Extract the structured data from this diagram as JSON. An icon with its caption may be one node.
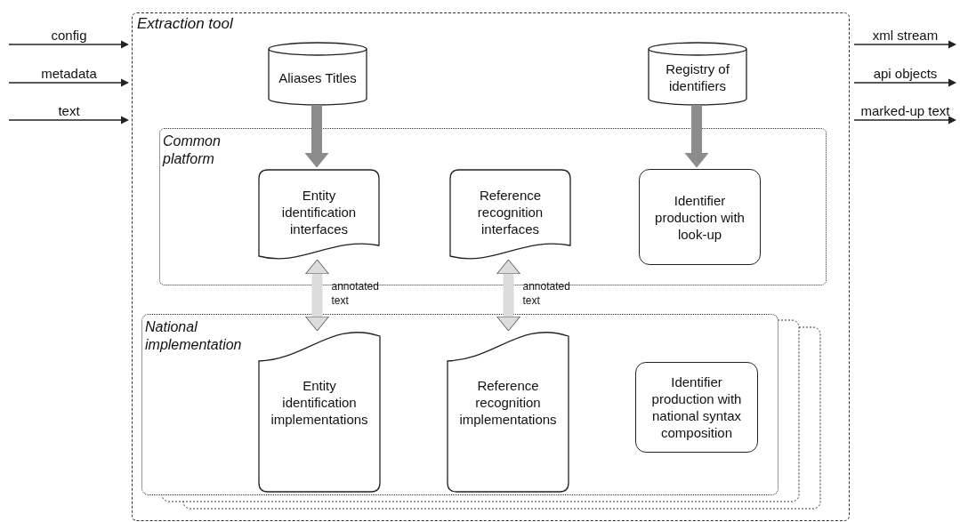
{
  "diagram": {
    "nodes": [
      {
        "text": [
          "Extraction tool"
        ]
      },
      {
        "text": [
          "Aliases Titles"
        ],
        "in": 0
      },
      {
        "text": [
          "Registry of identifiers"
        ],
        "in": 0
      },
      {
        "text": [
          "Common platform"
        ],
        "in": 0
      },
      {
        "text": [
          "Entity identification interfaces"
        ],
        "in": 3
      },
      {
        "text": [
          "Reference recognition interfaces"
        ],
        "in": 3
      },
      {
        "text": [
          "Identifier production with look-up"
        ],
        "in": 3
      },
      {
        "text": [
          "National implementation"
        ],
        "in": 0
      },
      {
        "text": [
          "Entity identification implementations"
        ],
        "in": 7
      },
      {
        "text": [
          "Reference recognition implementations"
        ],
        "in": 7
      },
      {
        "text": [
          "Identifier production with national syntax composition"
        ],
        "in": 7
      }
    ],
    "edges": [
      {
        "from": null,
        "to": 0,
        "arrow": "to",
        "label": "config"
      },
      {
        "from": null,
        "to": 0,
        "arrow": "to",
        "label": "metadata"
      },
      {
        "from": null,
        "to": 0,
        "arrow": "to",
        "label": "text"
      },
      {
        "from": 0,
        "to": null,
        "arrow": "to",
        "label": "xml stream"
      },
      {
        "from": 0,
        "to": null,
        "arrow": "to",
        "label": "api objects"
      },
      {
        "from": 0,
        "to": null,
        "arrow": "to",
        "label": "marked-up text"
      },
      {
        "from": 1,
        "to": 4,
        "arrow": "to",
        "style": "thick",
        "color": "#8c8c8c"
      },
      {
        "from": 2,
        "to": 6,
        "arrow": "to",
        "style": "thick",
        "color": "#8c8c8c"
      },
      {
        "from": 4,
        "to": 8,
        "arrow": "both",
        "style": "thick",
        "color": "#dcdcdc",
        "label": "annotated text"
      },
      {
        "from": 5,
        "to": 9,
        "arrow": "both",
        "style": "thick",
        "color": "#dcdcdc",
        "label": "annotated text"
      }
    ]
  }
}
